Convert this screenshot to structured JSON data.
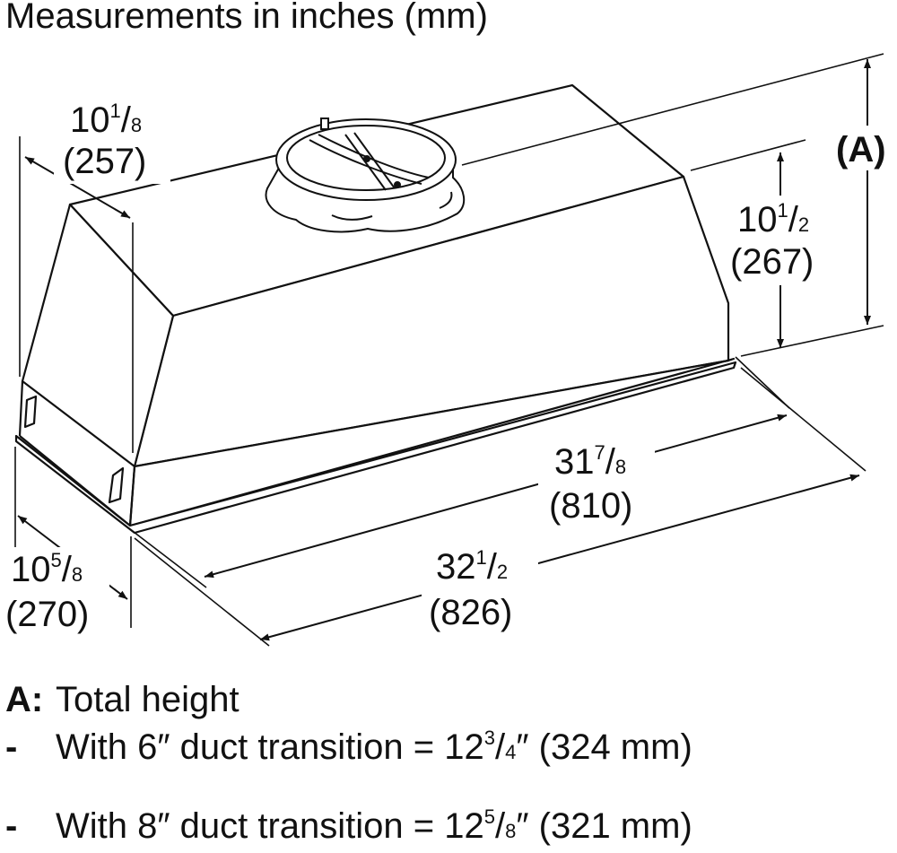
{
  "title": "Measurements in inches (mm)",
  "dimensions": {
    "depth_top": {
      "whole": "10",
      "num": "1",
      "den": "8",
      "mm": "(257)"
    },
    "depth_bottom": {
      "whole": "10",
      "num": "5",
      "den": "8",
      "mm": "(270)"
    },
    "height": {
      "whole": "10",
      "num": "1",
      "den": "2",
      "mm": "(267)"
    },
    "width_inner": {
      "whole": "31",
      "num": "7",
      "den": "8",
      "mm": "(810)"
    },
    "width_outer": {
      "whole": "32",
      "num": "1",
      "den": "2",
      "mm": "(826)"
    },
    "total_height_label": "(A)"
  },
  "legend": {
    "key": "A:",
    "heading": "Total height",
    "items": [
      {
        "bullet": "-",
        "text": "With 6″ duct transition = 12",
        "num": "3",
        "den": "4",
        "tail": "″ (324 mm)"
      },
      {
        "bullet": "-",
        "text": "With 8″ duct transition = 12",
        "num": "5",
        "den": "8",
        "tail": "″ (321 mm)"
      }
    ]
  }
}
